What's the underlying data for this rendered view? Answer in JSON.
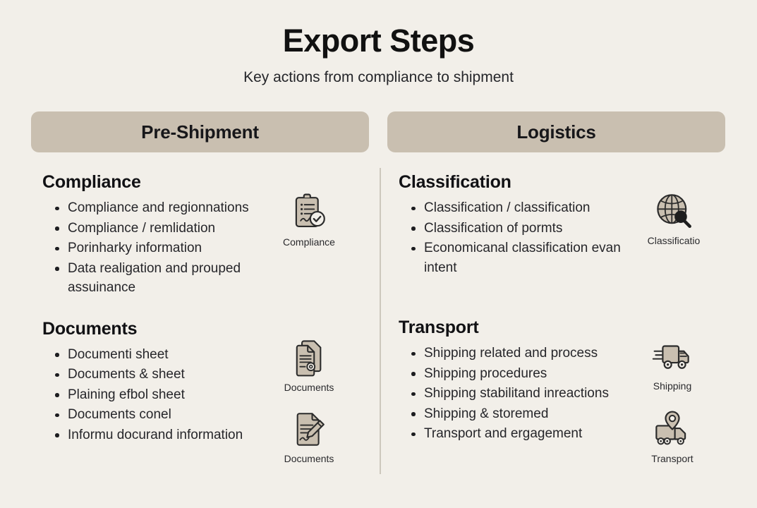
{
  "header": {
    "title": "Export Steps",
    "subtitle": "Key actions from compliance to shipment"
  },
  "colors": {
    "background": "#f2efe9",
    "pill": "#c9bfb0",
    "icon_fill": "#c9bfb0",
    "icon_stroke": "#2b2b2b",
    "text": "#26262a",
    "divider": "#cdc8bd"
  },
  "columns": [
    {
      "pill_label": "Pre-Shipment",
      "sections": [
        {
          "heading": "Compliance",
          "bullets": [
            "Compliance and regionnations",
            "Compliance / remlidation",
            "Porinharky information",
            "Data realigation and prouped assuinance"
          ],
          "icons": [
            {
              "name": "clipboard-check-icon",
              "caption": "Compliance"
            }
          ]
        },
        {
          "heading": "Documents",
          "bullets": [
            "Documenti sheet",
            "Documents & sheet",
            "Plaining efbol sheet",
            "Documents conel",
            "Informu docurand information"
          ],
          "icons": [
            {
              "name": "documents-stack-icon",
              "caption": "Documents"
            },
            {
              "name": "document-pencil-icon",
              "caption": "Documents"
            }
          ]
        }
      ]
    },
    {
      "pill_label": "Logistics",
      "sections": [
        {
          "heading": "Classification",
          "bullets": [
            "Classification / classification",
            "Classification of pormts",
            "Economicanal classification evan intent"
          ],
          "icons": [
            {
              "name": "globe-search-icon",
              "caption": "Classificatio"
            }
          ]
        },
        {
          "heading": "Transport",
          "bullets": [
            "Shipping related and process",
            "Shipping procedures",
            "Shipping stabilitand inreactions",
            "Shipping & storemed",
            "Transport and ergagement"
          ],
          "icons": [
            {
              "name": "delivery-truck-icon",
              "caption": "Shipping"
            },
            {
              "name": "truck-location-icon",
              "caption": "Transport"
            }
          ]
        }
      ]
    }
  ]
}
